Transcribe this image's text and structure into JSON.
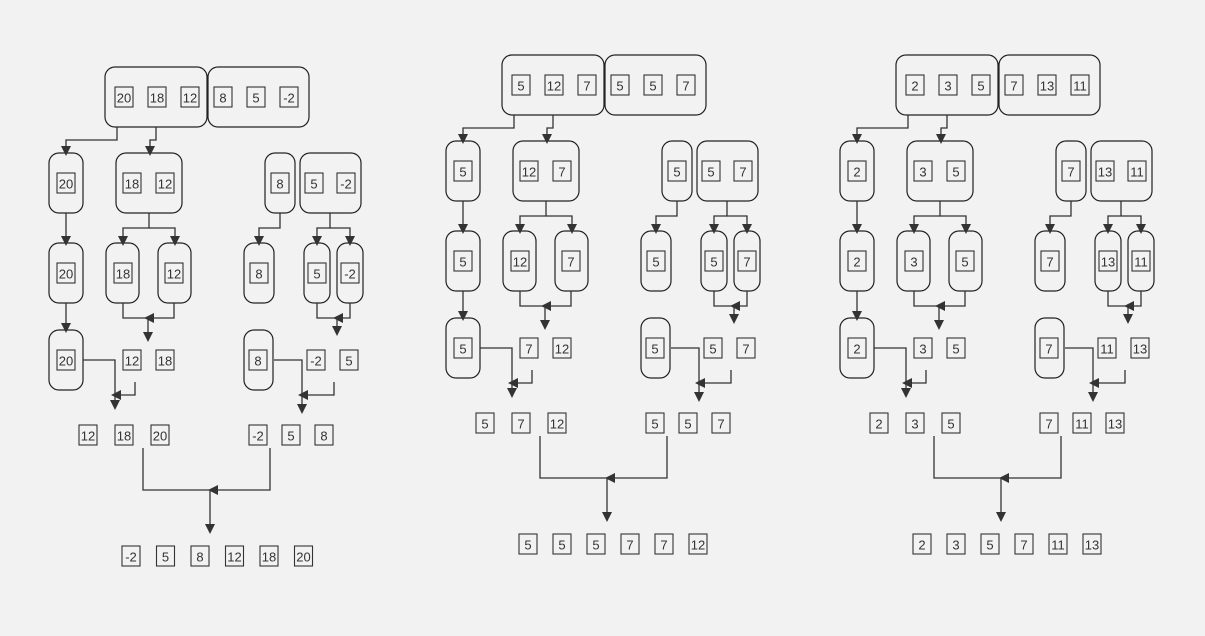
{
  "diagrams": [
    {
      "name": "sort-a",
      "root_left": [
        "20",
        "18",
        "12"
      ],
      "root_right": [
        "8",
        "5",
        "-2"
      ],
      "l1_a": [
        "20"
      ],
      "l1_b": [
        "18",
        "12"
      ],
      "l1_c": [
        "8"
      ],
      "l1_d": [
        "5",
        "-2"
      ],
      "l2_a": [
        "20"
      ],
      "l2_b": [
        "18"
      ],
      "l2_c": [
        "12"
      ],
      "l2_d": [
        "8"
      ],
      "l2_e": [
        "5"
      ],
      "l2_f": [
        "-2"
      ],
      "l3_a": [
        "20"
      ],
      "l3_b": [
        "12",
        "18"
      ],
      "l3_c": [
        "8"
      ],
      "l3_d": [
        "-2",
        "5"
      ],
      "merge_left": [
        "12",
        "18",
        "20"
      ],
      "merge_right": [
        "-2",
        "5",
        "8"
      ],
      "result": [
        "-2",
        "5",
        "8",
        "12",
        "18",
        "20"
      ]
    },
    {
      "name": "sort-b",
      "root_left": [
        "5",
        "12",
        "7"
      ],
      "root_right": [
        "5",
        "5",
        "7"
      ],
      "l1_a": [
        "5"
      ],
      "l1_b": [
        "12",
        "7"
      ],
      "l1_c": [
        "5"
      ],
      "l1_d": [
        "5",
        "7"
      ],
      "l2_a": [
        "5"
      ],
      "l2_b": [
        "12"
      ],
      "l2_c": [
        "7"
      ],
      "l2_d": [
        "5"
      ],
      "l2_e": [
        "5"
      ],
      "l2_f": [
        "7"
      ],
      "l3_a": [
        "5"
      ],
      "l3_b": [
        "7",
        "12"
      ],
      "l3_c": [
        "5"
      ],
      "l3_d": [
        "5",
        "7"
      ],
      "merge_left": [
        "5",
        "7",
        "12"
      ],
      "merge_right": [
        "5",
        "5",
        "7"
      ],
      "result": [
        "5",
        "5",
        "5",
        "7",
        "7",
        "12"
      ]
    },
    {
      "name": "sort-c",
      "root_left": [
        "2",
        "3",
        "5"
      ],
      "root_right": [
        "7",
        "13",
        "11"
      ],
      "l1_a": [
        "2"
      ],
      "l1_b": [
        "3",
        "5"
      ],
      "l1_c": [
        "7"
      ],
      "l1_d": [
        "13",
        "11"
      ],
      "l2_a": [
        "2"
      ],
      "l2_b": [
        "3"
      ],
      "l2_c": [
        "5"
      ],
      "l2_d": [
        "7"
      ],
      "l2_e": [
        "13"
      ],
      "l2_f": [
        "11"
      ],
      "l3_a": [
        "2"
      ],
      "l3_b": [
        "3",
        "5"
      ],
      "l3_c": [
        "7"
      ],
      "l3_d": [
        "11",
        "13"
      ],
      "merge_left": [
        "2",
        "3",
        "5"
      ],
      "merge_right": [
        "7",
        "11",
        "13"
      ],
      "result": [
        "2",
        "3",
        "5",
        "7",
        "11",
        "13"
      ]
    }
  ]
}
